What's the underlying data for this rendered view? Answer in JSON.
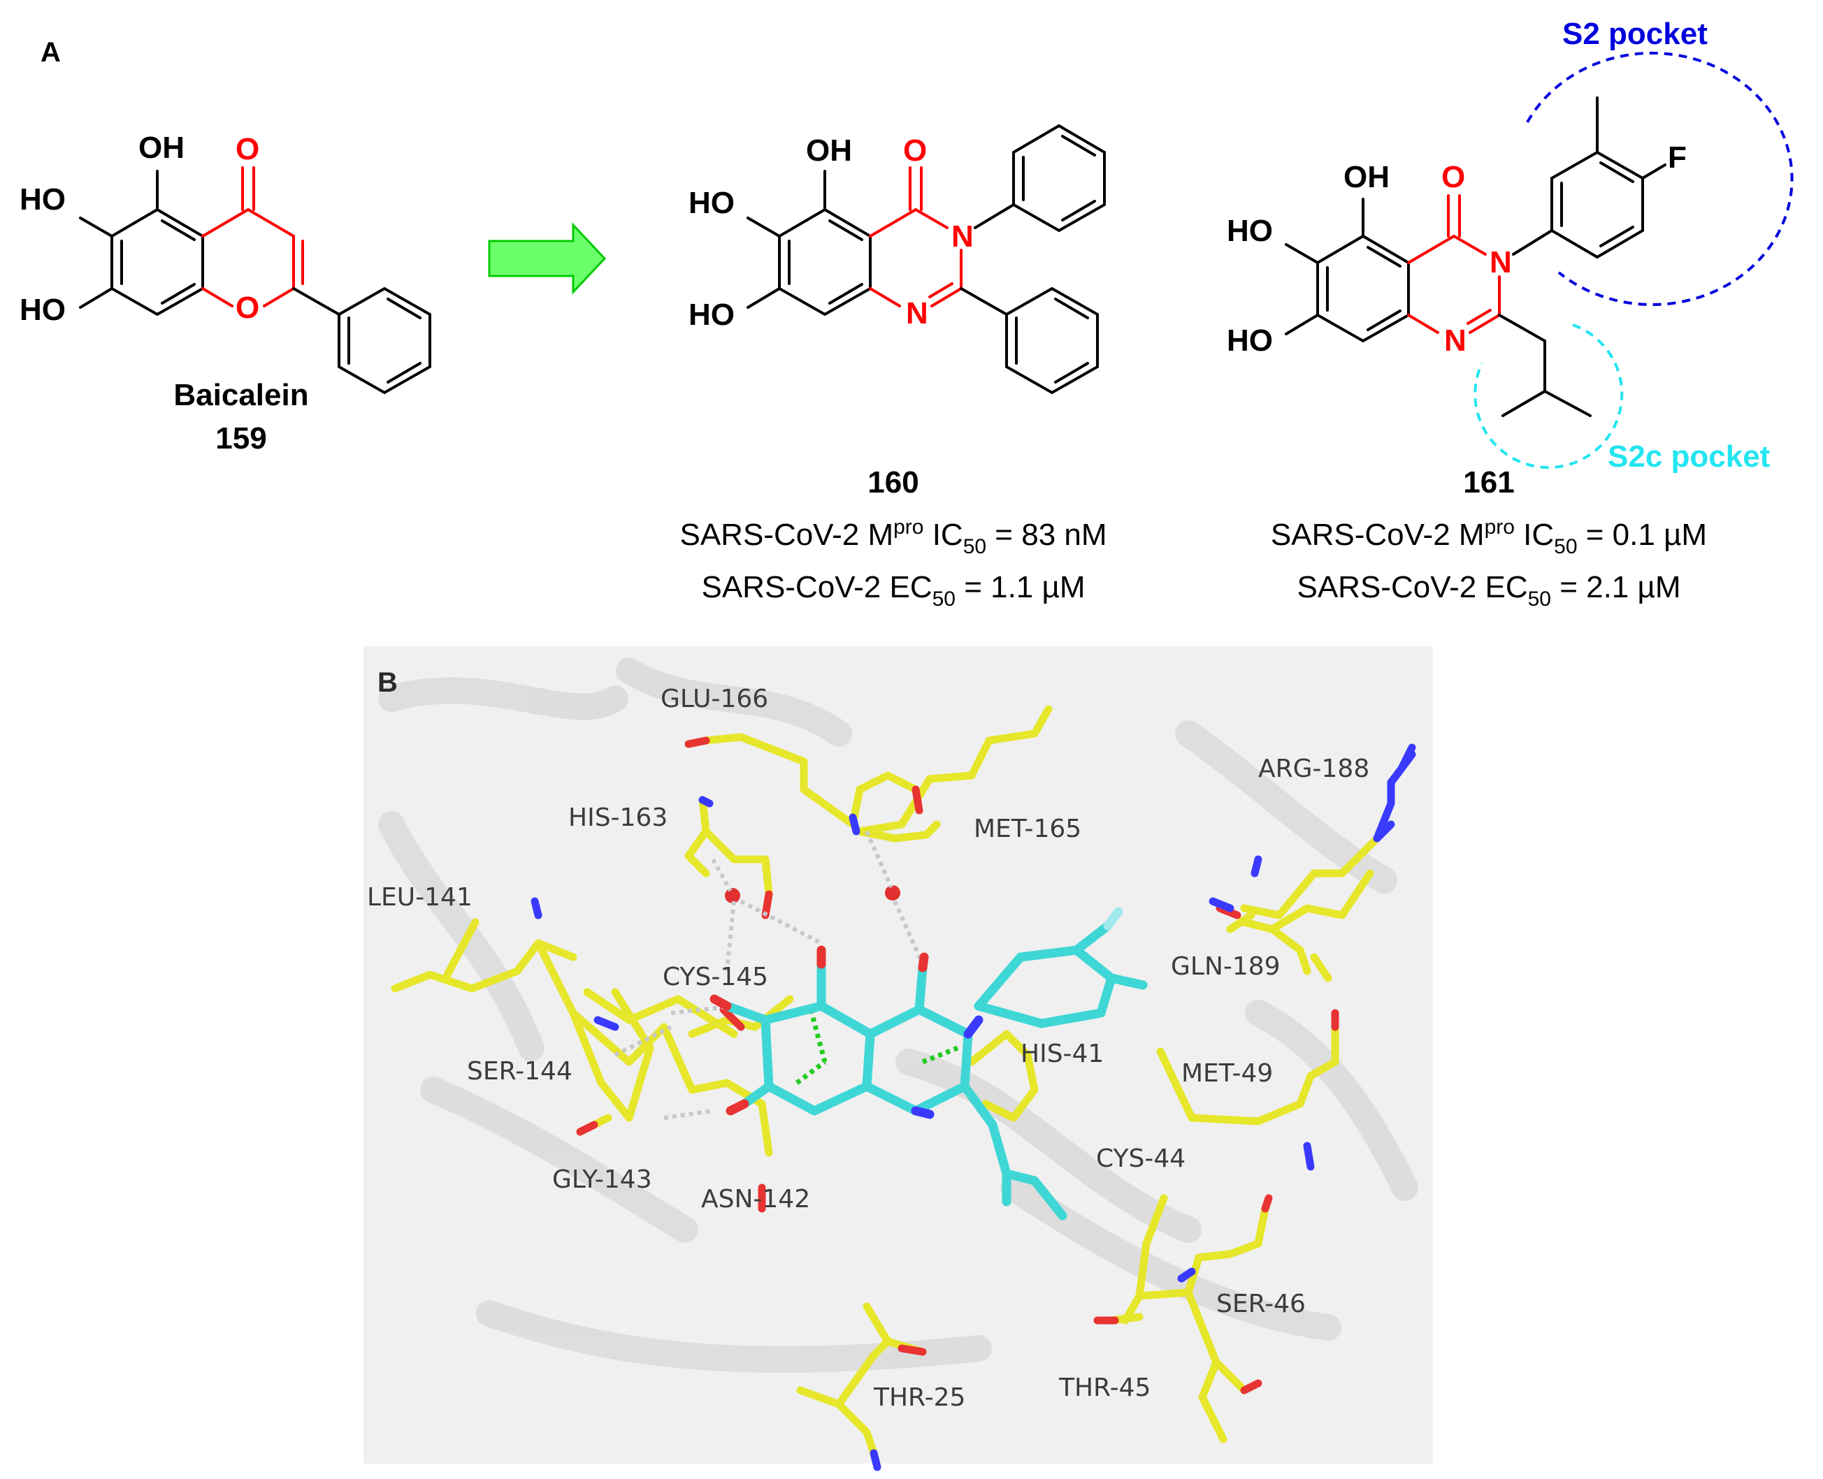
{
  "panels": {
    "a": "A",
    "b": "B"
  },
  "compounds": {
    "baicalein": {
      "name": "Baicalein",
      "number": "159",
      "oh1": "OH",
      "ho1": "HO",
      "ho2": "HO",
      "o_carbonyl": "O",
      "o_ring": "O"
    },
    "c160": {
      "number": "160",
      "oh1": "OH",
      "ho1": "HO",
      "ho2": "HO",
      "o_carbonyl": "O",
      "n3": "N",
      "n1": "N",
      "line1": {
        "pre": "SARS-CoV-2 M",
        "sup": "pro",
        "mid": " IC",
        "sub": "50",
        "post": " = 83 nM"
      },
      "line2": {
        "pre": "SARS-CoV-2 EC",
        "sub": "50",
        "post": " = 1.1 µM"
      }
    },
    "c161": {
      "number": "161",
      "oh1": "OH",
      "ho1": "HO",
      "ho2": "HO",
      "o_carbonyl": "O",
      "n3": "N",
      "n1": "N",
      "f": "F",
      "line1": {
        "pre": "SARS-CoV-2 M",
        "sup": "pro",
        "mid": " IC",
        "sub": "50",
        "post": " = 0.1 µM"
      },
      "line2": {
        "pre": "SARS-CoV-2 EC",
        "sub": "50",
        "post": " = 2.1 µM"
      }
    }
  },
  "pockets": {
    "s2": "S2 pocket",
    "s2c": "S2c pocket"
  },
  "residues": {
    "glu166": "GLU-166",
    "his163": "HIS-163",
    "met165": "MET-165",
    "arg188": "ARG-188",
    "leu141": "LEU-141",
    "cys145": "CYS-145",
    "gln189": "GLN-189",
    "ser144": "SER-144",
    "his41": "HIS-41",
    "met49": "MET-49",
    "gly143": "GLY-143",
    "asn142": "ASN-142",
    "cys44": "CYS-44",
    "ser46": "SER-46",
    "thr45": "THR-45",
    "thr25": "THR-25"
  },
  "colors": {
    "heteroatom": "#ff0000",
    "s2": "#0000dd",
    "s2c": "#22e5f0",
    "arrow": "#4cff4c",
    "carbon": "#e6e62a",
    "ligand": "#3fd6d6",
    "nitrogen": "#3a3aff",
    "oxygen": "#e83333"
  }
}
